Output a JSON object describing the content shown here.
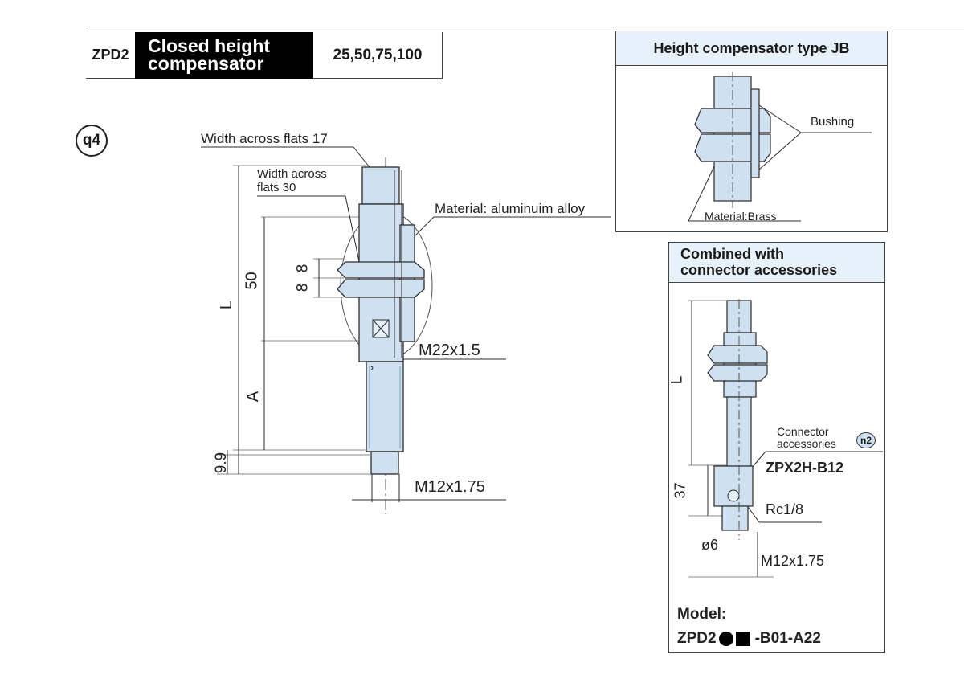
{
  "header": {
    "model": "ZPD2",
    "title_line1": "Closed height",
    "title_line2": "compensator",
    "strokes": "25,50,75,100"
  },
  "reference_mark": "q4",
  "main_drawing": {
    "flats_17": "Width across flats 17",
    "flats_30_line1": "Width across",
    "flats_30_line2": "flats 30",
    "material": "Material: aluminuim alloy",
    "dim_L": "L",
    "dim_50": "50",
    "dim_A": "A",
    "dim_8a": "8",
    "dim_8b": "8",
    "dim_9_9": "9.9",
    "thread_M22": "M22x1.5",
    "thread_M12": "M12x1.75"
  },
  "jb_panel": {
    "title": "Height compensator type JB",
    "bushing": "Bushing",
    "material": "Material:Brass"
  },
  "connector_panel": {
    "title_line1": "Combined with",
    "title_line2": "connector accessories",
    "dim_L": "L",
    "dim_37": "37",
    "connector_label_line1": "Connector",
    "connector_label_line2": "accessories",
    "note_mark": "n2",
    "connector_model": "ZPX2H-B12",
    "port": "Rc1/8",
    "diameter": "ø6",
    "thread": "M12x1.75",
    "model_label": "Model:",
    "model_prefix": "ZPD2",
    "model_suffix": "-B01-A22"
  },
  "colors": {
    "part_fill": "#cfe1f1",
    "part_stroke": "#2b2b2b",
    "panel_header_fill": "#e7f1f9",
    "title_block_fill": "#000000"
  }
}
